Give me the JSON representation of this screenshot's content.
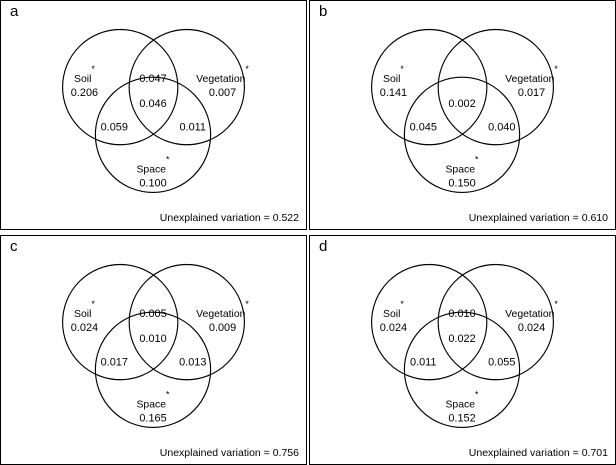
{
  "figure": {
    "type": "venn-diagram-grid",
    "panel_count": 4,
    "set_names": [
      "Soil",
      "Vegetation",
      "Space"
    ],
    "significance_marker": "*",
    "caption_prefix": "Unexplained variation = "
  },
  "chart_data": {
    "type": "venn",
    "title": "",
    "sets": [
      "Soil",
      "Vegetation",
      "Space"
    ],
    "panels": [
      {
        "letter": "a",
        "regions": {
          "soil_only": 0.206,
          "vegetation_only": 0.007,
          "space_only": 0.1,
          "soil_vegetation": 0.047,
          "soil_space": 0.059,
          "vegetation_space": 0.011,
          "all_three": 0.046
        },
        "unexplained_variation": 0.522
      },
      {
        "letter": "b",
        "regions": {
          "soil_only": 0.141,
          "vegetation_only": 0.017,
          "space_only": 0.15,
          "soil_vegetation": null,
          "soil_space": 0.045,
          "vegetation_space": 0.04,
          "all_three": 0.002
        },
        "unexplained_variation": 0.61
      },
      {
        "letter": "c",
        "regions": {
          "soil_only": 0.024,
          "vegetation_only": 0.009,
          "space_only": 0.165,
          "soil_vegetation": 0.005,
          "soil_space": 0.017,
          "vegetation_space": 0.013,
          "all_three": 0.01
        },
        "unexplained_variation": 0.756
      },
      {
        "letter": "d",
        "regions": {
          "soil_only": 0.024,
          "vegetation_only": 0.024,
          "space_only": 0.152,
          "soil_vegetation": 0.01,
          "soil_space": 0.011,
          "vegetation_space": 0.055,
          "all_three": 0.022
        },
        "unexplained_variation": 0.701
      }
    ]
  },
  "panels": [
    {
      "letter": "a",
      "soil_label": "Soil",
      "soil_star": "*",
      "soil_value": "0.206",
      "vegetation_label": "Vegetation",
      "vegetation_star": "*",
      "vegetation_value": "0.007",
      "space_label": "Space",
      "space_star": "*",
      "space_value": "0.100",
      "soil_vegetation_value": "0.047",
      "soil_space_value": "0.059",
      "vegetation_space_value": "0.011",
      "center_value": "0.046",
      "caption": "Unexplained variation = 0.522"
    },
    {
      "letter": "b",
      "soil_label": "Soil",
      "soil_star": "*",
      "soil_value": "0.141",
      "vegetation_label": "Vegetation",
      "vegetation_star": "*",
      "vegetation_value": "0.017",
      "space_label": "Space",
      "space_star": "*",
      "space_value": "0.150",
      "soil_vegetation_value": "",
      "soil_space_value": "0.045",
      "vegetation_space_value": "0.040",
      "center_value": "0.002",
      "caption": "Unexplained variation = 0.610"
    },
    {
      "letter": "c",
      "soil_label": "Soil",
      "soil_star": "*",
      "soil_value": "0.024",
      "vegetation_label": "Vegetation",
      "vegetation_star": "*",
      "vegetation_value": "0.009",
      "space_label": "Space",
      "space_star": "*",
      "space_value": "0.165",
      "soil_vegetation_value": "0.005",
      "soil_space_value": "0.017",
      "vegetation_space_value": "0.013",
      "center_value": "0.010",
      "caption": "Unexplained variation = 0.756"
    },
    {
      "letter": "d",
      "soil_label": "Soil",
      "soil_star": "*",
      "soil_value": "0.024",
      "vegetation_label": "Vegetation",
      "vegetation_star": "*",
      "vegetation_value": "0.024",
      "space_label": "Space",
      "space_star": "*",
      "space_value": "0.152",
      "soil_vegetation_value": "0.010",
      "soil_space_value": "0.011",
      "vegetation_space_value": "0.055",
      "center_value": "0.022",
      "caption": "Unexplained variation = 0.701"
    }
  ]
}
